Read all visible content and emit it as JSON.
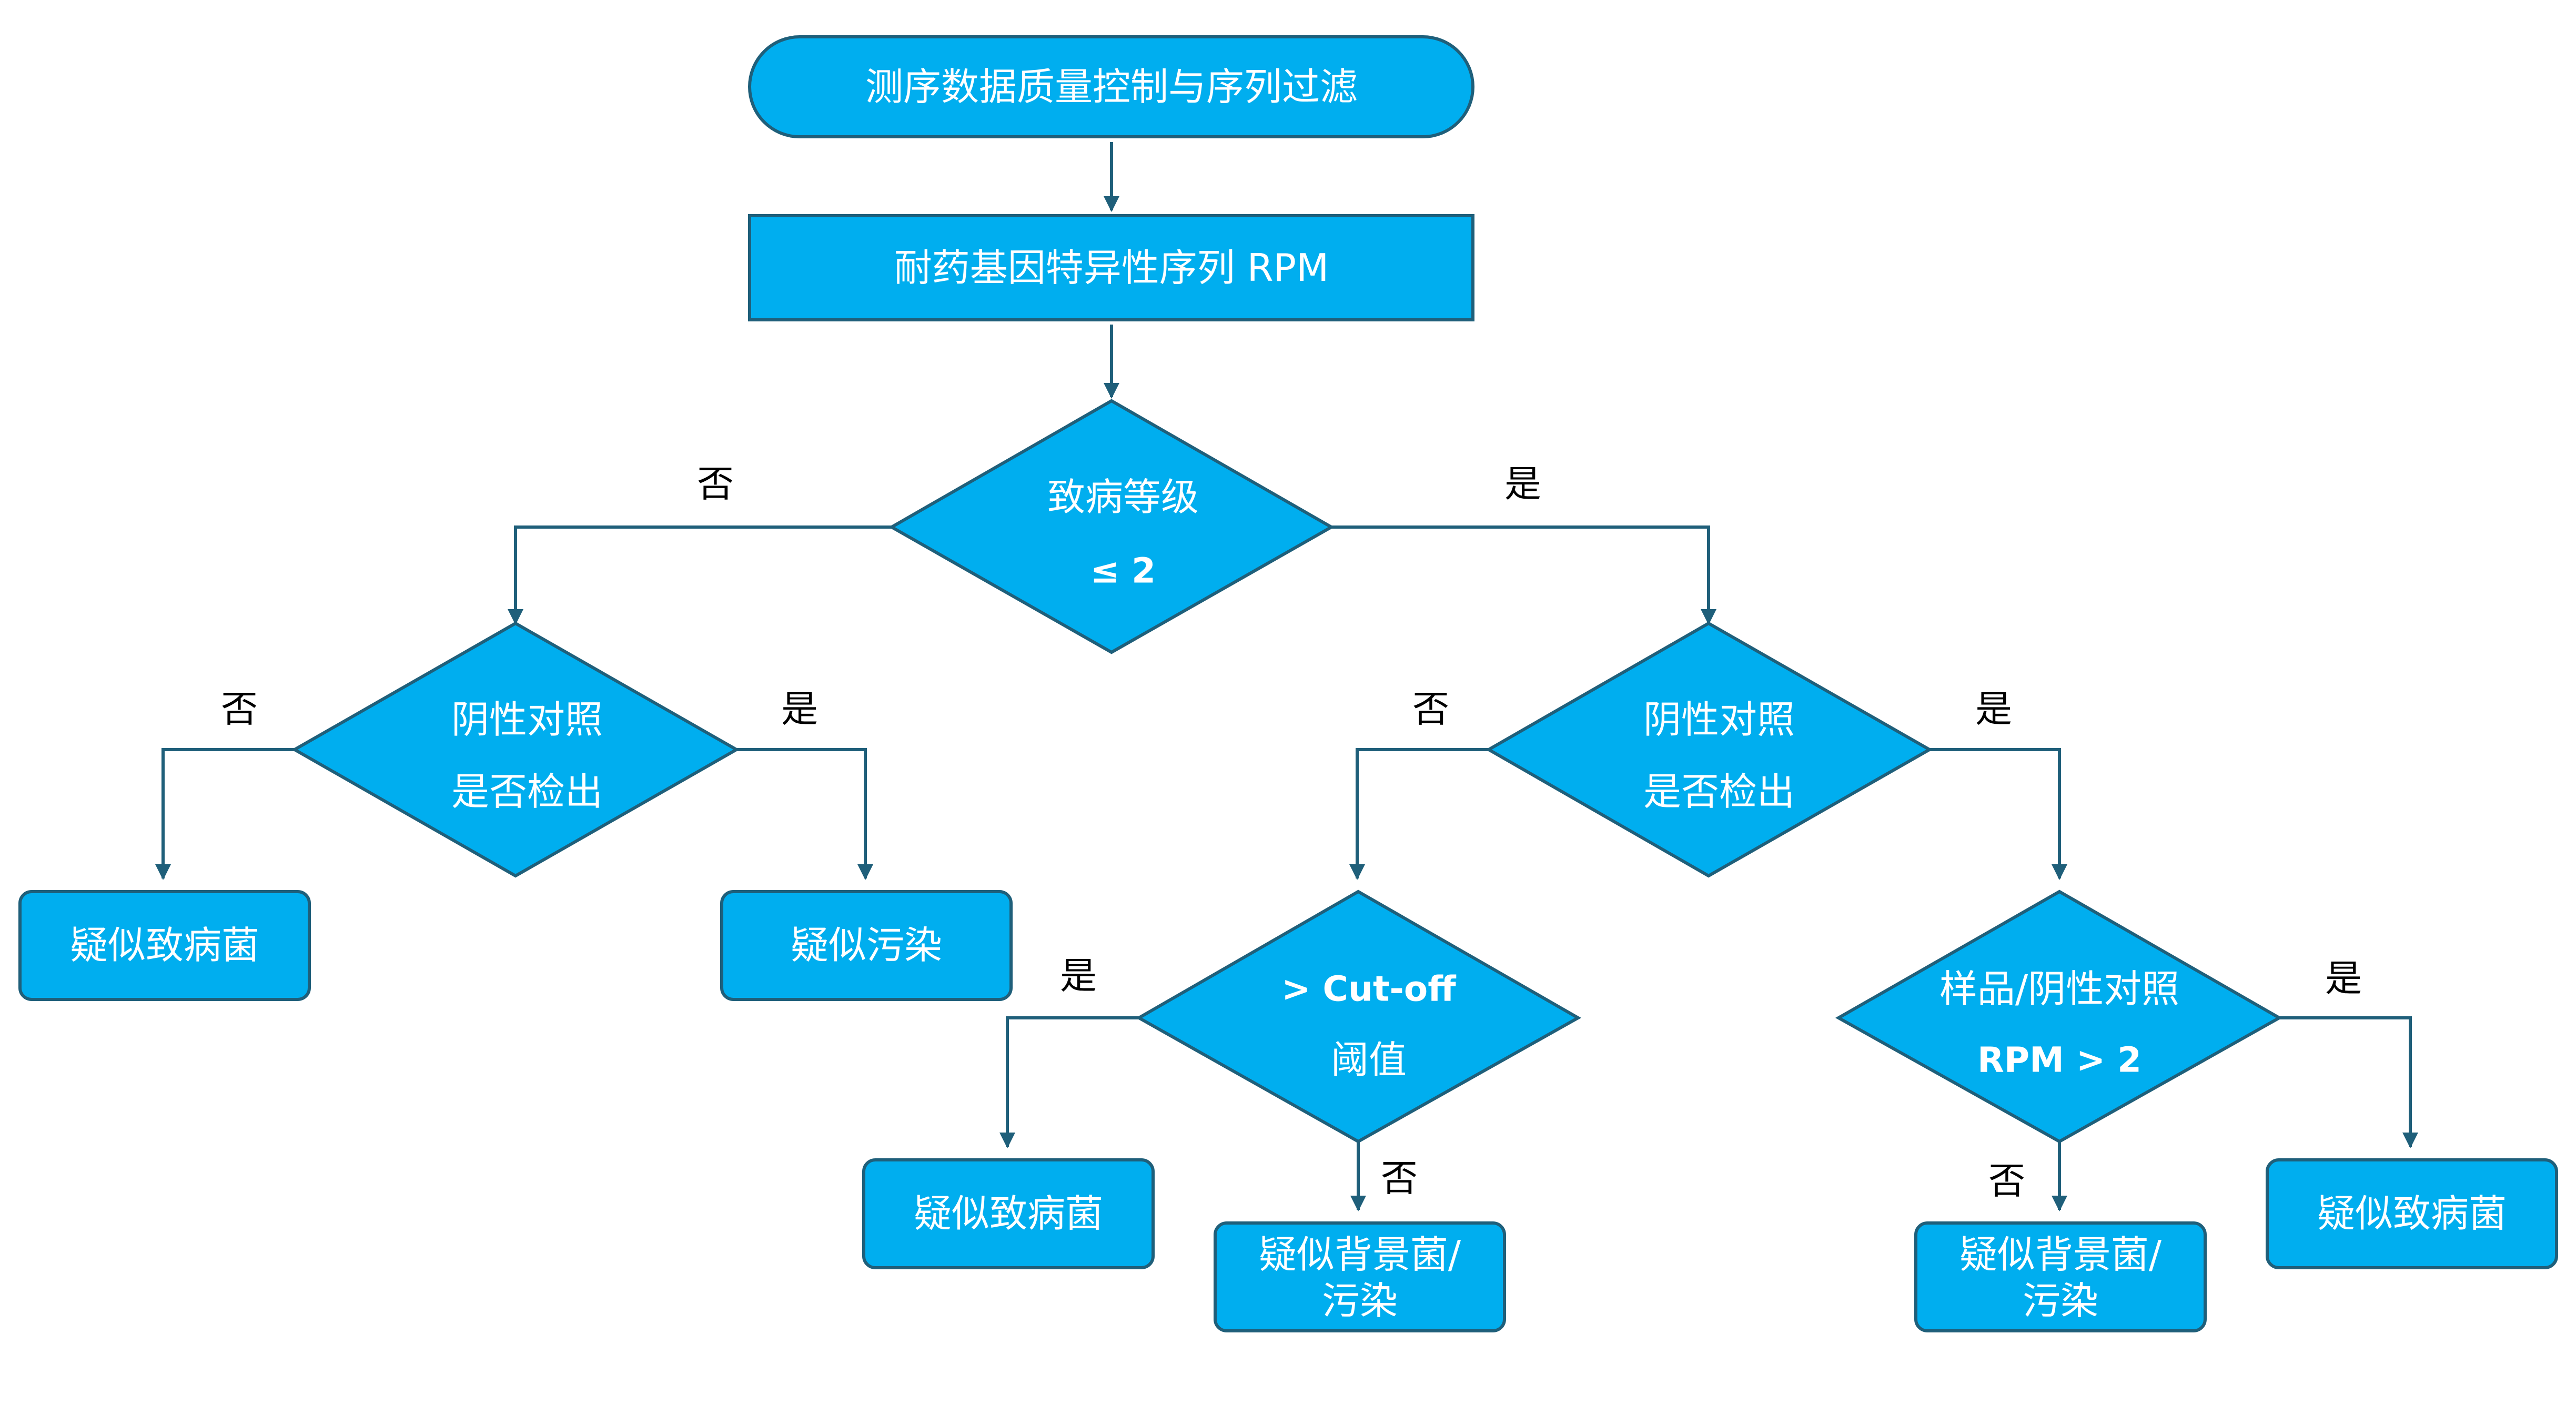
{
  "colors": {
    "node_fill": "#00AEEF",
    "node_stroke": "#1F5F7A",
    "text": "#FFFFFF",
    "edge_label": "#000000"
  },
  "nodes": {
    "start": {
      "line1": "测序数据质量控制与序列过滤"
    },
    "rpm": {
      "line1": "耐药基因特异性序列 RPM"
    },
    "d_path": {
      "line1": "致病等级",
      "line2": "≤ 2"
    },
    "d_neg_left": {
      "line1": "阴性对照",
      "line2": "是否检出"
    },
    "d_neg_right": {
      "line1": "阴性对照",
      "line2": "是否检出"
    },
    "d_cutoff": {
      "line1": "> Cut-off",
      "line2": "阈值"
    },
    "d_ratio": {
      "line1": "样品/阴性对照",
      "line2": "RPM > 2"
    },
    "r1": {
      "line1": "疑似致病菌"
    },
    "r2": {
      "line1": "疑似污染"
    },
    "r3": {
      "line1": "疑似致病菌"
    },
    "r4": {
      "line1": "疑似背景菌/",
      "line2": "污染"
    },
    "r5": {
      "line1": "疑似背景菌/",
      "line2": "污染"
    },
    "r6": {
      "line1": "疑似致病菌"
    }
  },
  "edge_labels": {
    "path_no": "否",
    "path_yes": "是",
    "negl_no": "否",
    "negl_yes": "是",
    "negr_no": "否",
    "negr_yes": "是",
    "cutoff_yes": "是",
    "cutoff_no": "否",
    "ratio_no": "否",
    "ratio_yes": "是"
  }
}
